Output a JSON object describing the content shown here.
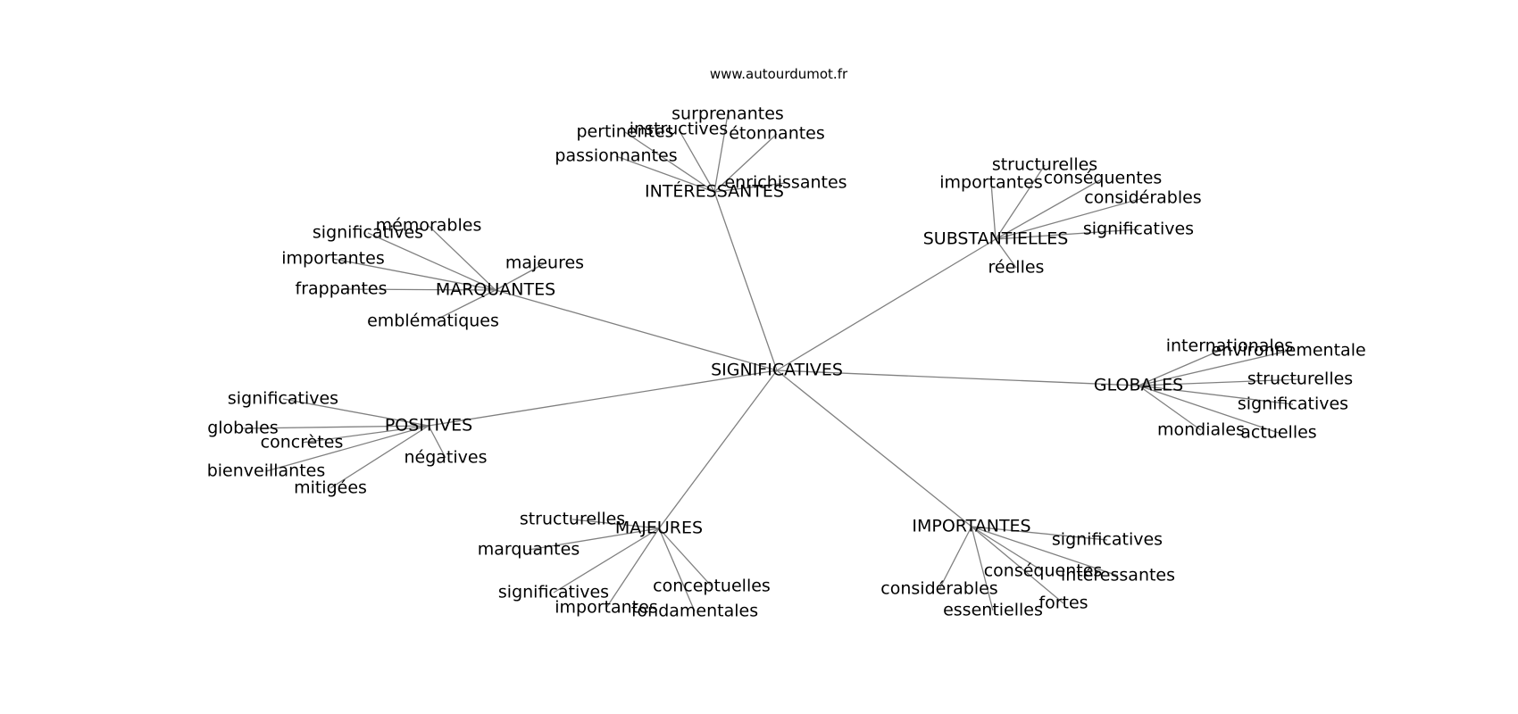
{
  "source": "www.autourdumot.fr",
  "center": "SIGNIFICATIVES",
  "clusters": [
    {
      "label": "INTÉRESSANTES",
      "leaves": [
        "pertinentes",
        "instructives",
        "surprenantes",
        "étonnantes",
        "passionnantes",
        "enrichissantes"
      ]
    },
    {
      "label": "SUBSTANTIELLES",
      "leaves": [
        "structurelles",
        "importantes",
        "conséquentes",
        "considérables",
        "significatives",
        "réelles"
      ]
    },
    {
      "label": "MARQUANTES",
      "leaves": [
        "mémorables",
        "significatives",
        "importantes",
        "majeures",
        "frappantes",
        "emblématiques"
      ]
    },
    {
      "label": "GLOBALES",
      "leaves": [
        "internationales",
        "environnementale",
        "structurelles",
        "significatives",
        "mondiales",
        "actuelles"
      ]
    },
    {
      "label": "POSITIVES",
      "leaves": [
        "significatives",
        "globales",
        "concrètes",
        "bienveillantes",
        "mitigées",
        "négatives"
      ]
    },
    {
      "label": "MAJEURES",
      "leaves": [
        "structurelles",
        "marquantes",
        "significatives",
        "importantes",
        "fondamentales",
        "conceptuelles"
      ]
    },
    {
      "label": "IMPORTANTES",
      "leaves": [
        "significatives",
        "conséquentes",
        "intéressantes",
        "considérables",
        "essentielles",
        "fortes"
      ]
    }
  ]
}
